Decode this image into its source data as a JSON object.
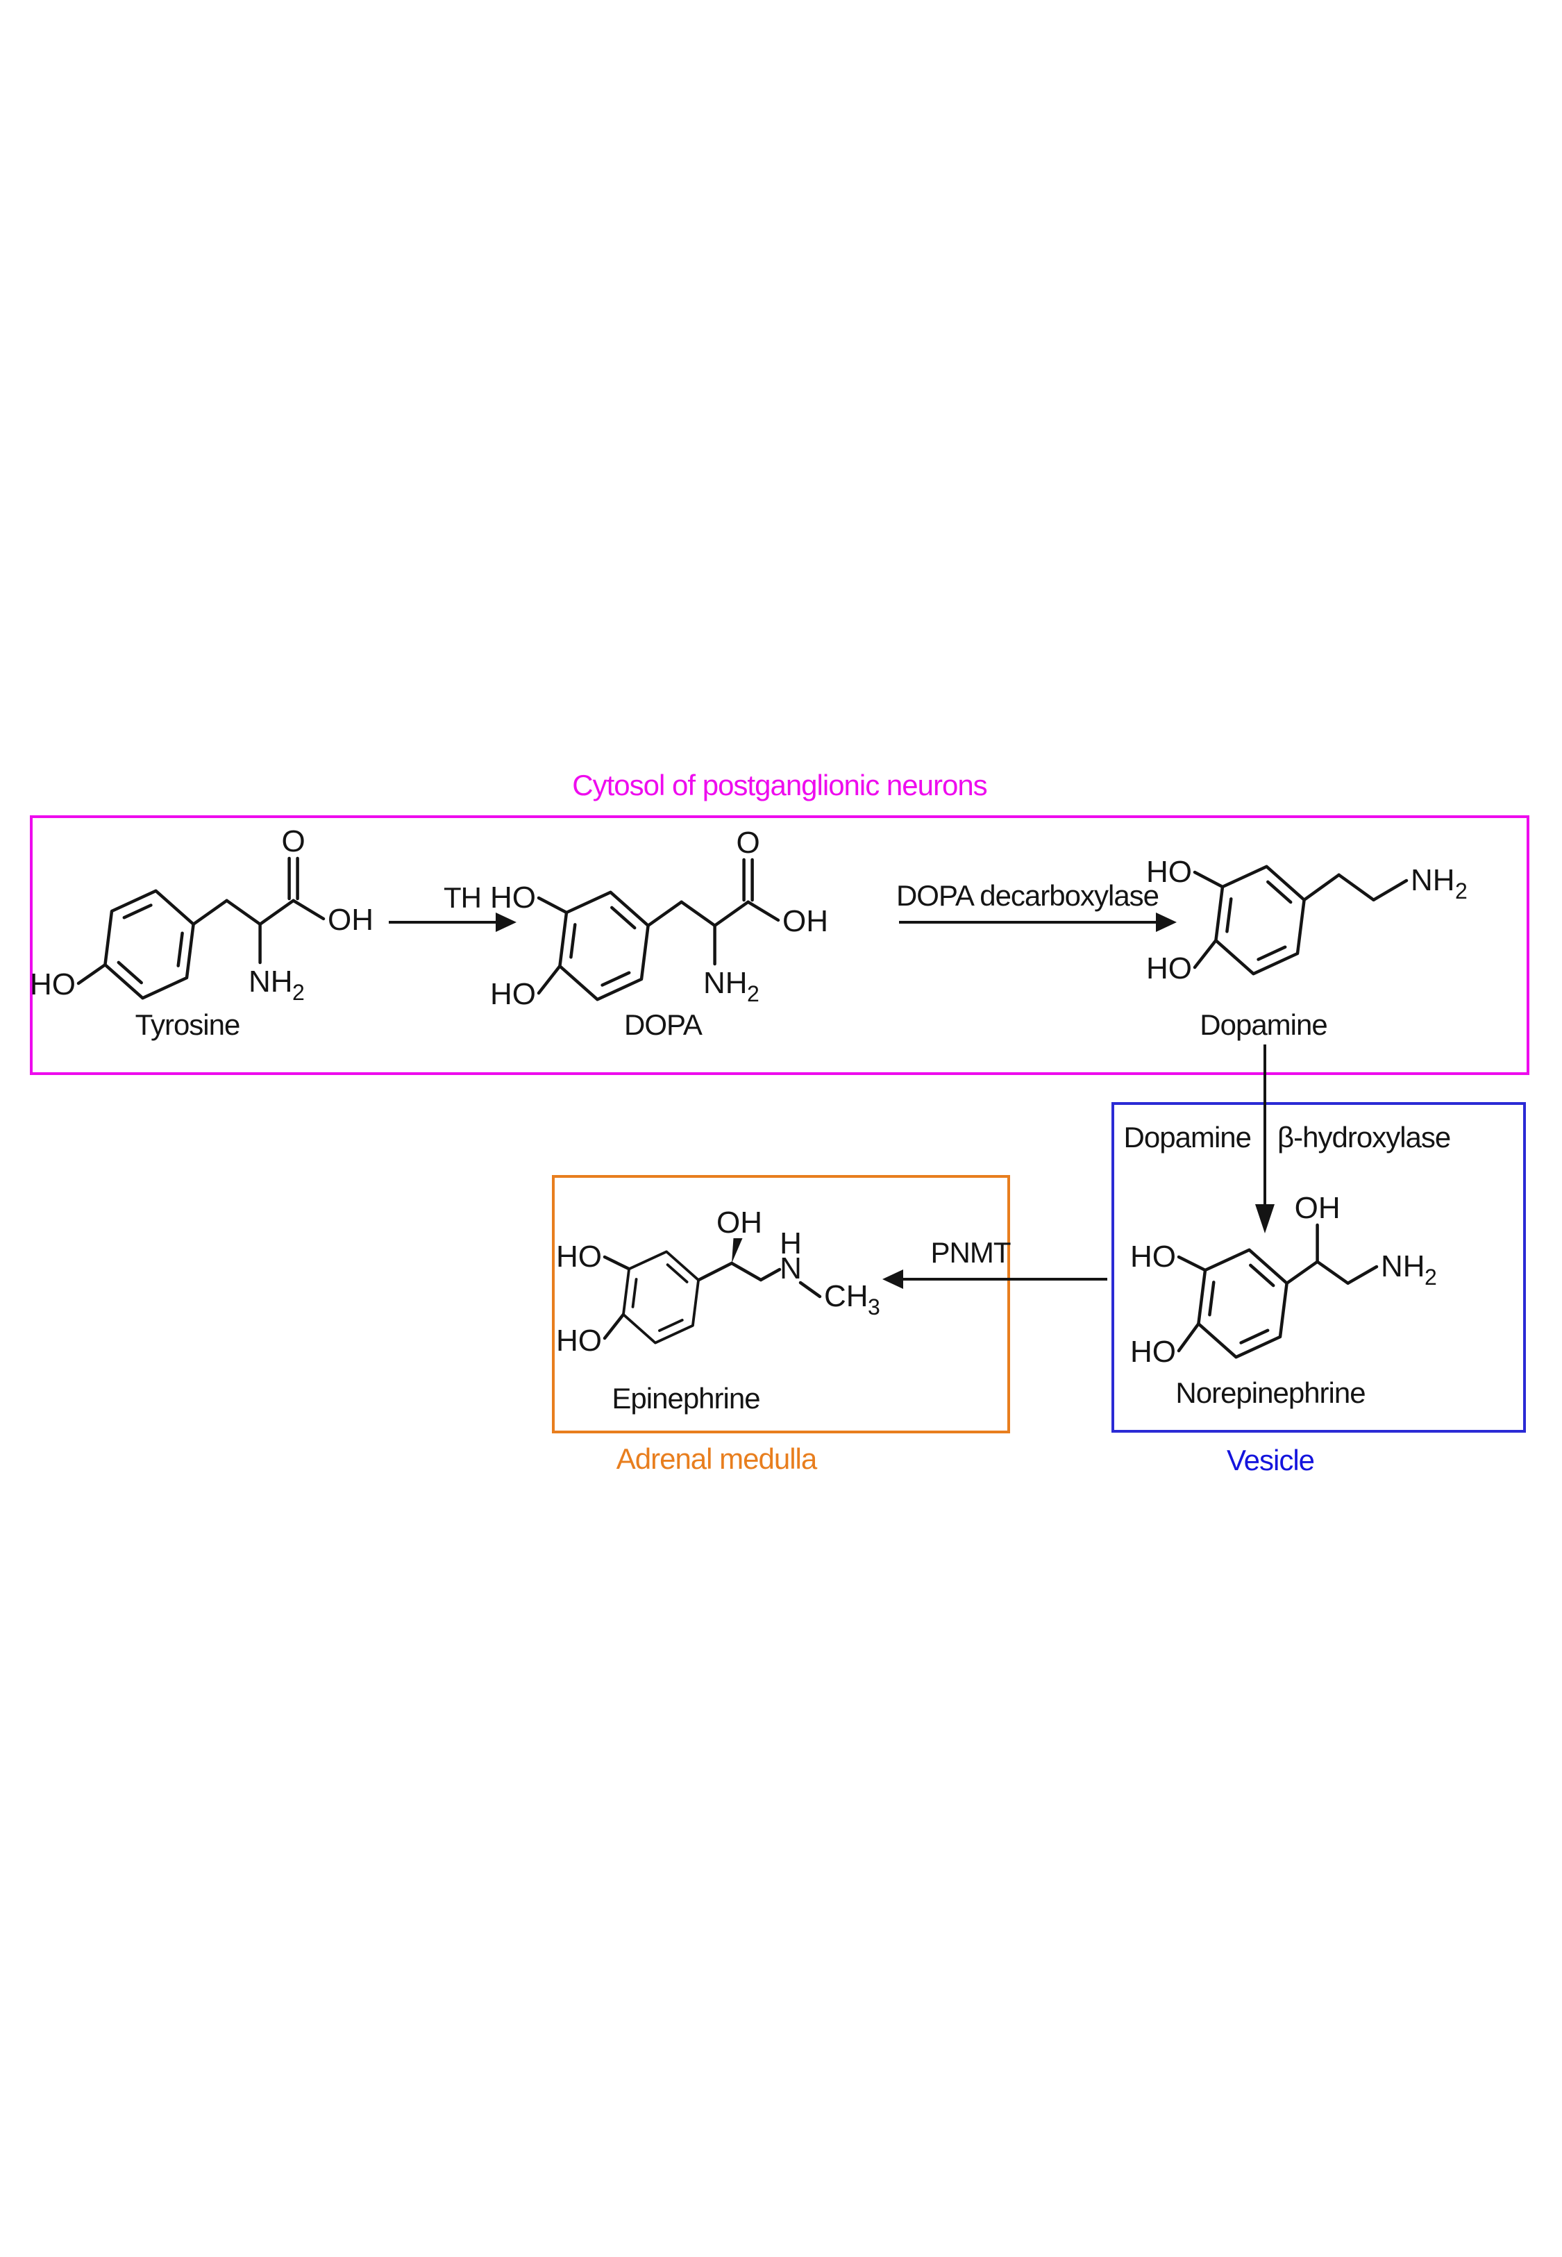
{
  "regions": {
    "cytosol": {
      "label": "Cytosol of postganglionic neurons",
      "color": "#ee0cee"
    },
    "vesicle": {
      "label": "Vesicle",
      "border_color": "#2b2bd5",
      "text_color": "#1414dd"
    },
    "adrenal_medulla": {
      "label": "Adrenal medulla",
      "color": "#e87e1e"
    }
  },
  "enzymes": {
    "th": "TH",
    "dopa_decarboxylase": "DOPA decarboxylase",
    "dopamine_beta_hydroxylase": {
      "part1": "Dopamine",
      "part2": "β-hydroxylase"
    },
    "pnmt": "PNMT"
  },
  "molecules": {
    "tyrosine": {
      "name": "Tyrosine",
      "atoms": {
        "ho": "HO",
        "o": "O",
        "oh": "OH",
        "nh": "NH",
        "nh_sub": "2"
      }
    },
    "dopa": {
      "name": "DOPA",
      "atoms": {
        "ho_top": "HO",
        "ho_bottom": "HO",
        "o": "O",
        "oh": "OH",
        "nh": "NH",
        "nh_sub": "2"
      }
    },
    "dopamine": {
      "name": "Dopamine",
      "atoms": {
        "ho_top": "HO",
        "ho_bottom": "HO",
        "nh": "NH",
        "nh_sub": "2"
      }
    },
    "norepinephrine": {
      "name": "Norepinephrine",
      "atoms": {
        "oh": "OH",
        "ho_top": "HO",
        "ho_bottom": "HO",
        "nh": "NH",
        "nh_sub": "2"
      }
    },
    "epinephrine": {
      "name": "Epinephrine",
      "atoms": {
        "oh": "OH",
        "ho_top": "HO",
        "ho_bottom": "HO",
        "n": "N",
        "h": "H",
        "ch": "CH",
        "ch_sub": "3"
      }
    }
  },
  "colors": {
    "bond": "#141414",
    "magenta": "#ee0cee",
    "blue_border": "#2b2bd5",
    "blue_text": "#1414dd",
    "orange": "#e87e1e"
  }
}
